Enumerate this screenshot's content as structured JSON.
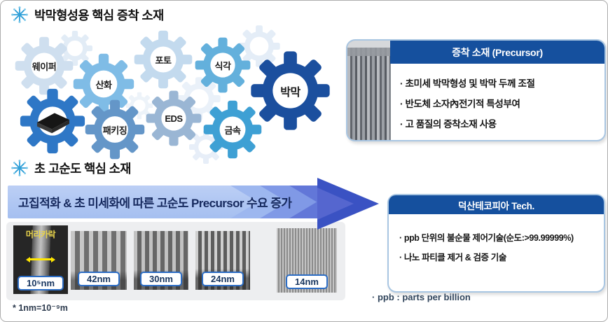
{
  "top": {
    "title": "박막형성용 핵심 증착 소재",
    "gears": [
      {
        "label": "웨이퍼",
        "color": "#cfdfef"
      },
      {
        "label": "산화",
        "color": "#7fbce6"
      },
      {
        "label": "포토",
        "color": "#c3daee"
      },
      {
        "label": "식각",
        "color": "#63b0dc"
      },
      {
        "label": "박막",
        "color": "#1b4f9e"
      },
      {
        "label": "",
        "color": "#2e77c6",
        "icon": "chip-icon"
      },
      {
        "label": "패키징",
        "color": "#6496c8"
      },
      {
        "label": "EDS",
        "color": "#9ab6d4"
      },
      {
        "label": "금속",
        "color": "#3ea0d4"
      }
    ],
    "panel": {
      "header": "증착 소재 (Precursor)",
      "items": [
        "· 초미세 박막형성 및 박막 두께 조절",
        "· 반도체 소자內전기적 특성부여",
        "· 고 품질의 증착소재 사용"
      ]
    }
  },
  "bottom": {
    "title": "초 고순도 핵심 소재",
    "banner_text": "고집적화 & 초 미세화에 따른 고순도 Precursor 수요 증가",
    "sem_images": [
      {
        "top_label": "머리카락",
        "label": "10⁵nm"
      },
      {
        "label": "42nm"
      },
      {
        "label": "30nm"
      },
      {
        "label": "24nm"
      },
      {
        "label": "14nm"
      }
    ],
    "note_nm": "* 1nm=10⁻⁹m",
    "panel": {
      "header": "덕산테코피아 Tech.",
      "items": [
        "· ppb 단위의 불순물 제어기술(순도:>99.99999%)",
        "· 나노 파티클 제거 & 검증 기술"
      ]
    },
    "note_ppb": "· ppb : parts per billion"
  },
  "colors": {
    "panel_header_bg": "#15509e",
    "panel_border": "#a9c6e2",
    "banner_bg": "#aec6f2",
    "banner_text": "#16295e",
    "arrow_head": "#3a52c3",
    "sem_label_border": "#2b6cc4",
    "title_icon": "#2f9fd8"
  }
}
